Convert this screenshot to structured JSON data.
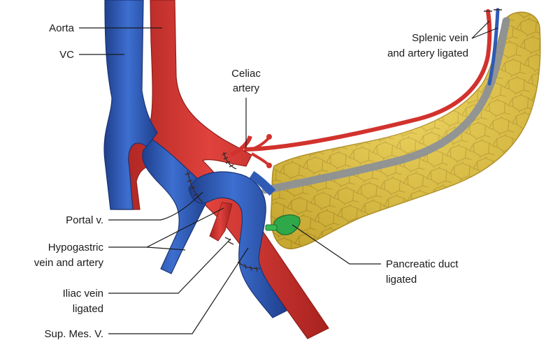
{
  "labels": {
    "aorta": "Aorta",
    "vc": "VC",
    "celiac_line1": "Celiac",
    "celiac_line2": "artery",
    "splenic_line1": "Splenic vein",
    "splenic_line2": "and artery ligated",
    "portal": "Portal v.",
    "hypogastric_line1": "Hypogastric",
    "hypogastric_line2": "vein and artery",
    "iliac_line1": "Iliac vein",
    "iliac_line2": "ligated",
    "sup_mes": "Sup. Mes. V.",
    "pancreatic_line1": "Pancreatic duct",
    "pancreatic_line2": "ligated"
  },
  "colors": {
    "artery": "#d2322d",
    "artery_dark": "#9e1f1c",
    "vein": "#2f5bb5",
    "vein_dark": "#1d3a7e",
    "pancreas": "#e3c53f",
    "pancreas_cell_line": "#b8972a",
    "duct": "#8a8f9a",
    "clamp": "#2fa84a",
    "suture": "#3a2a2a"
  }
}
